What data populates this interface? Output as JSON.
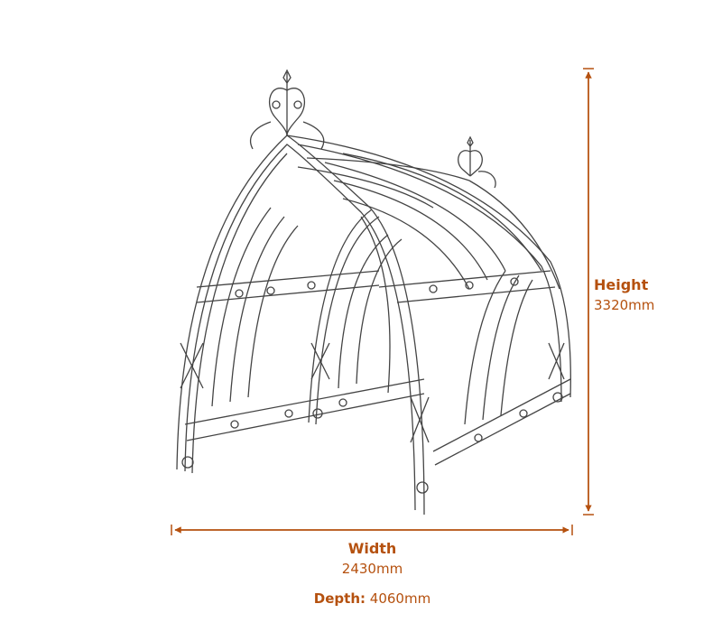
{
  "diagram": {
    "subject": "Gothic metal garden arch tunnel",
    "colors": {
      "dimension": "#b5510f",
      "structure": "#3a3a3a",
      "background": "#ffffff"
    }
  },
  "dimensions": {
    "height": {
      "label": "Height",
      "value": "3320mm"
    },
    "width": {
      "label": "Width",
      "value": "2430mm"
    },
    "depth": {
      "label": "Depth:",
      "value": "4060mm"
    }
  }
}
